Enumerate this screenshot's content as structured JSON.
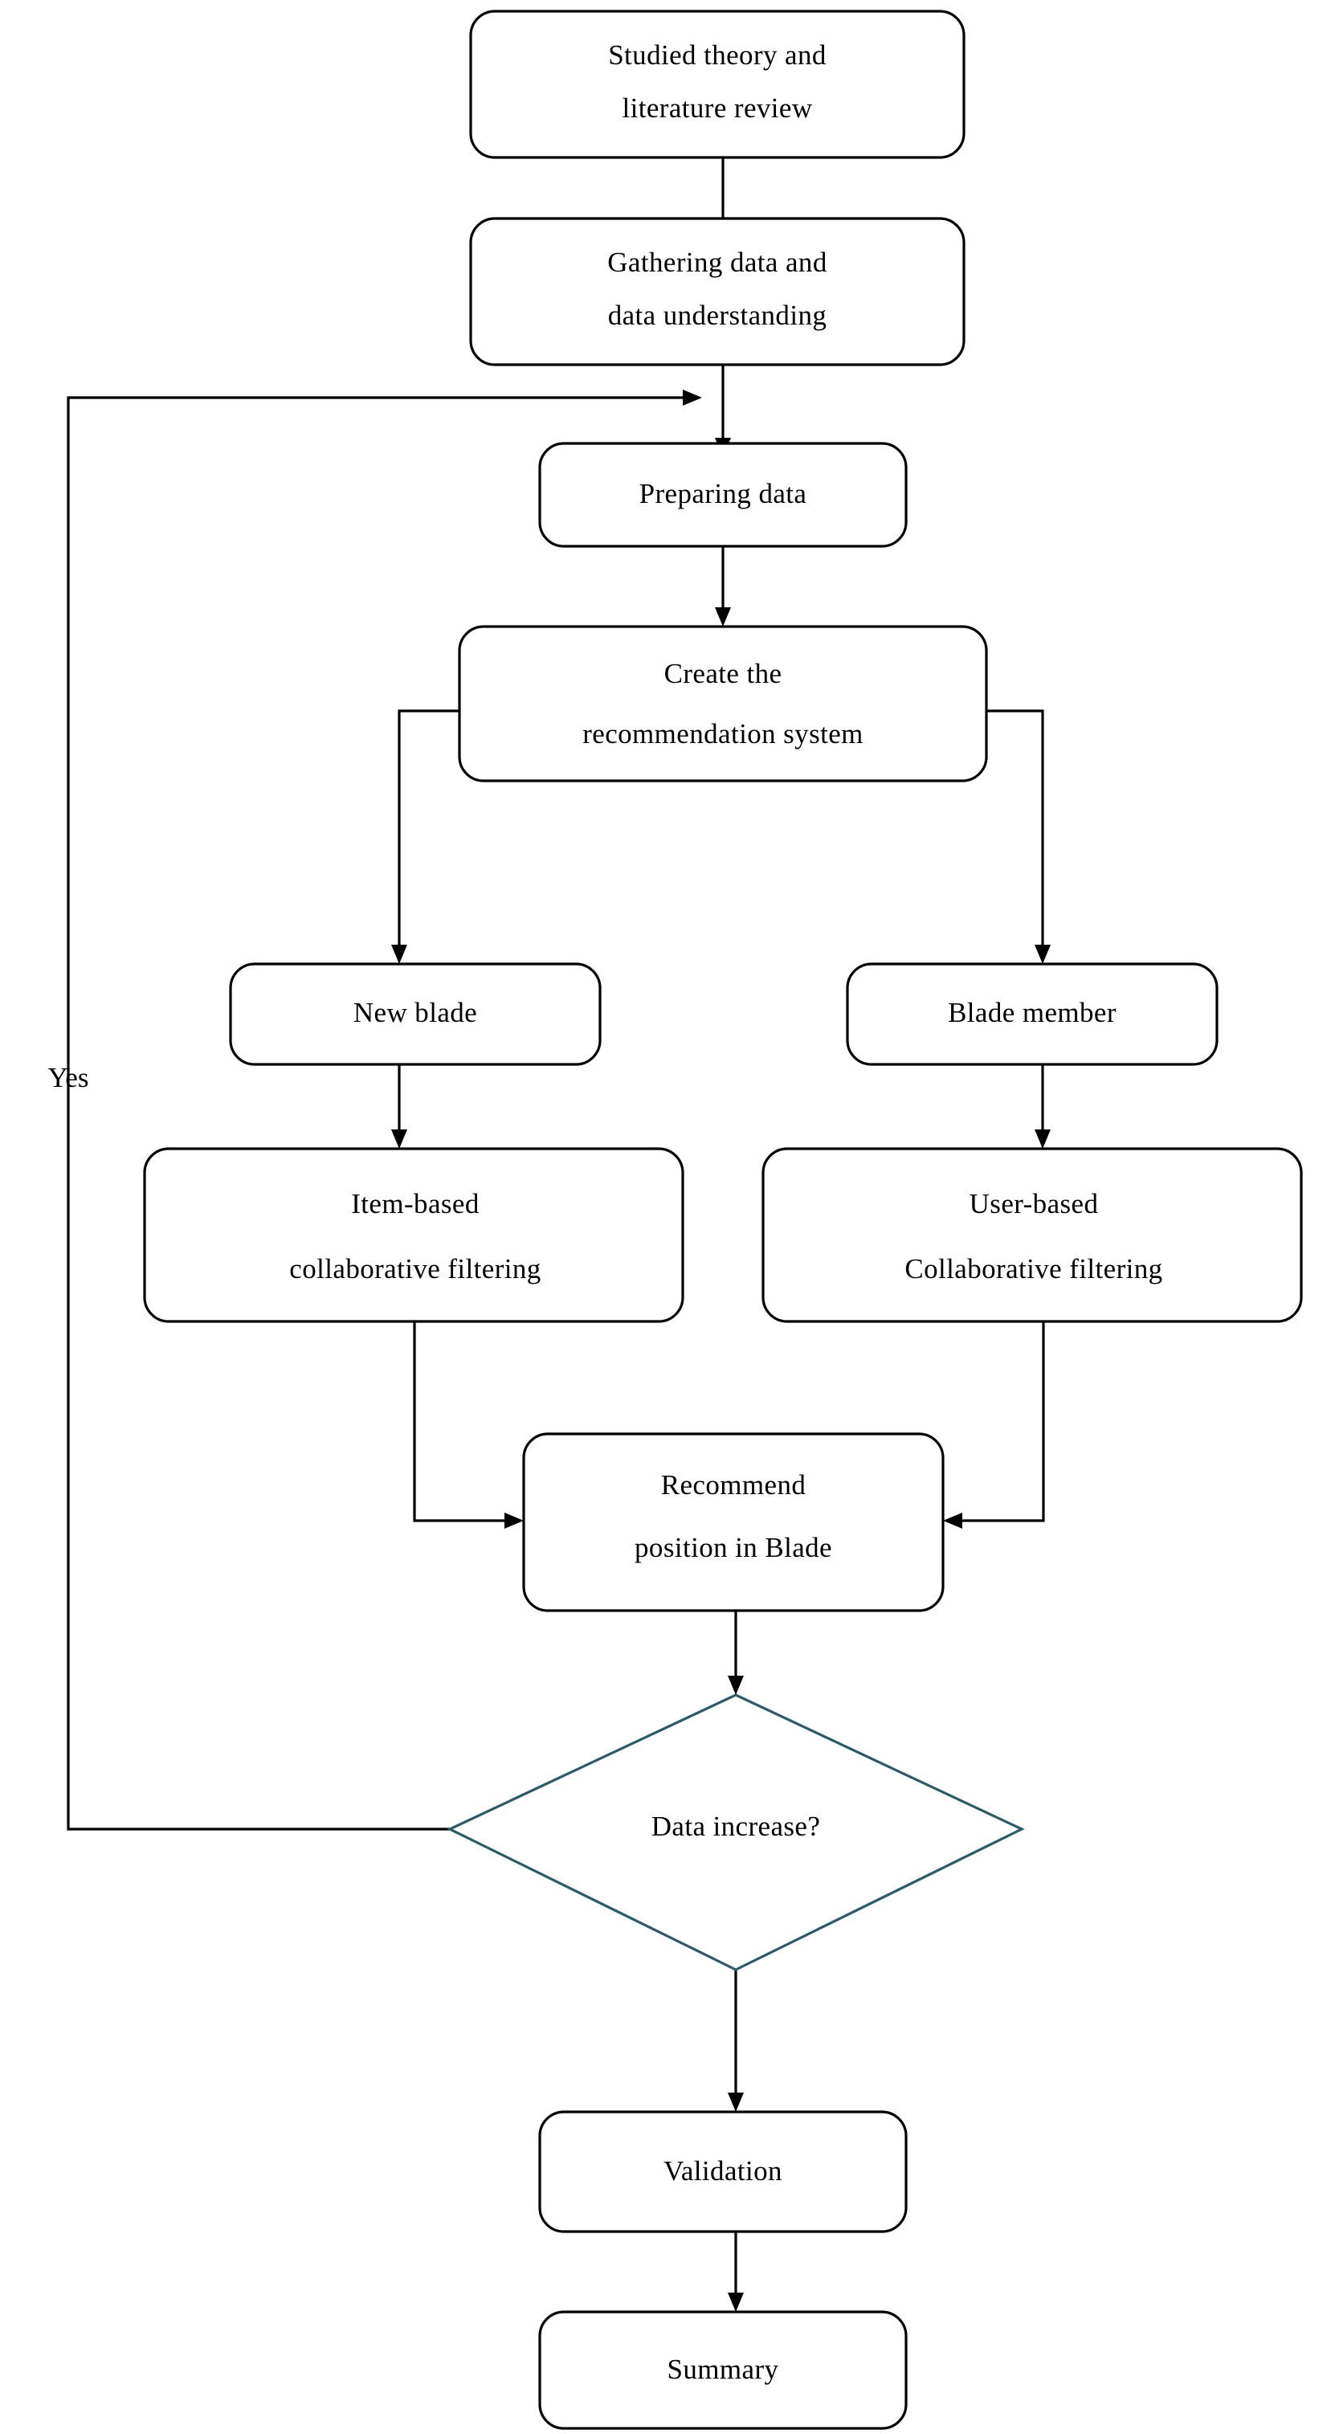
{
  "diagram": {
    "type": "flowchart",
    "title": "Recommendation system research methodology flowchart",
    "orientation": "top-to-bottom",
    "colors": {
      "background": "#ffffff",
      "node_border": "#000000",
      "decision_border": "#2d5a68",
      "connector": "#000000",
      "text": "#000000"
    },
    "nodes": [
      {
        "id": "studied-theory",
        "shape": "rounded-rectangle",
        "lines": [
          "Studied  theory  and",
          "literature  review"
        ]
      },
      {
        "id": "gathering-data",
        "shape": "rounded-rectangle",
        "lines": [
          "Gathering  data and",
          "data understanding"
        ]
      },
      {
        "id": "preparing-data",
        "shape": "rounded-rectangle",
        "lines": [
          "Preparing  data"
        ]
      },
      {
        "id": "create-recommendation-system",
        "shape": "rounded-rectangle",
        "lines": [
          "Create the",
          "recommendation  system"
        ]
      },
      {
        "id": "new-blade",
        "shape": "rounded-rectangle",
        "lines": [
          "New blade"
        ]
      },
      {
        "id": "blade-member",
        "shape": "rounded-rectangle",
        "lines": [
          "Blade  member"
        ]
      },
      {
        "id": "item-based-cf",
        "shape": "rounded-rectangle",
        "lines": [
          "Item-based",
          "collaborative  filtering"
        ]
      },
      {
        "id": "user-based-cf",
        "shape": "rounded-rectangle",
        "lines": [
          "User-based",
          "Collaborative  filtering"
        ]
      },
      {
        "id": "recommend-position",
        "shape": "rounded-rectangle",
        "lines": [
          "Recommend",
          "position  in Blade"
        ]
      },
      {
        "id": "data-increase-decision",
        "shape": "diamond",
        "lines": [
          "Data increase?"
        ]
      },
      {
        "id": "validation",
        "shape": "rounded-rectangle",
        "lines": [
          "Validation"
        ]
      },
      {
        "id": "summary",
        "shape": "rounded-rectangle",
        "lines": [
          "Summary"
        ]
      }
    ],
    "edge_labels": [
      {
        "id": "yes-label",
        "text": "Yes"
      }
    ],
    "edges": [
      {
        "from": "studied-theory",
        "to": "gathering-data",
        "label": ""
      },
      {
        "from": "gathering-data",
        "to": "preparing-data",
        "label": ""
      },
      {
        "from": "preparing-data",
        "to": "create-recommendation-system",
        "label": ""
      },
      {
        "from": "create-recommendation-system",
        "to": "new-blade",
        "label": ""
      },
      {
        "from": "create-recommendation-system",
        "to": "blade-member",
        "label": ""
      },
      {
        "from": "new-blade",
        "to": "item-based-cf",
        "label": ""
      },
      {
        "from": "blade-member",
        "to": "user-based-cf",
        "label": ""
      },
      {
        "from": "item-based-cf",
        "to": "recommend-position",
        "label": ""
      },
      {
        "from": "user-based-cf",
        "to": "recommend-position",
        "label": ""
      },
      {
        "from": "recommend-position",
        "to": "data-increase-decision",
        "label": ""
      },
      {
        "from": "data-increase-decision",
        "to": "preparing-data",
        "label": "Yes"
      },
      {
        "from": "data-increase-decision",
        "to": "validation",
        "label": ""
      },
      {
        "from": "validation",
        "to": "summary",
        "label": ""
      }
    ]
  }
}
